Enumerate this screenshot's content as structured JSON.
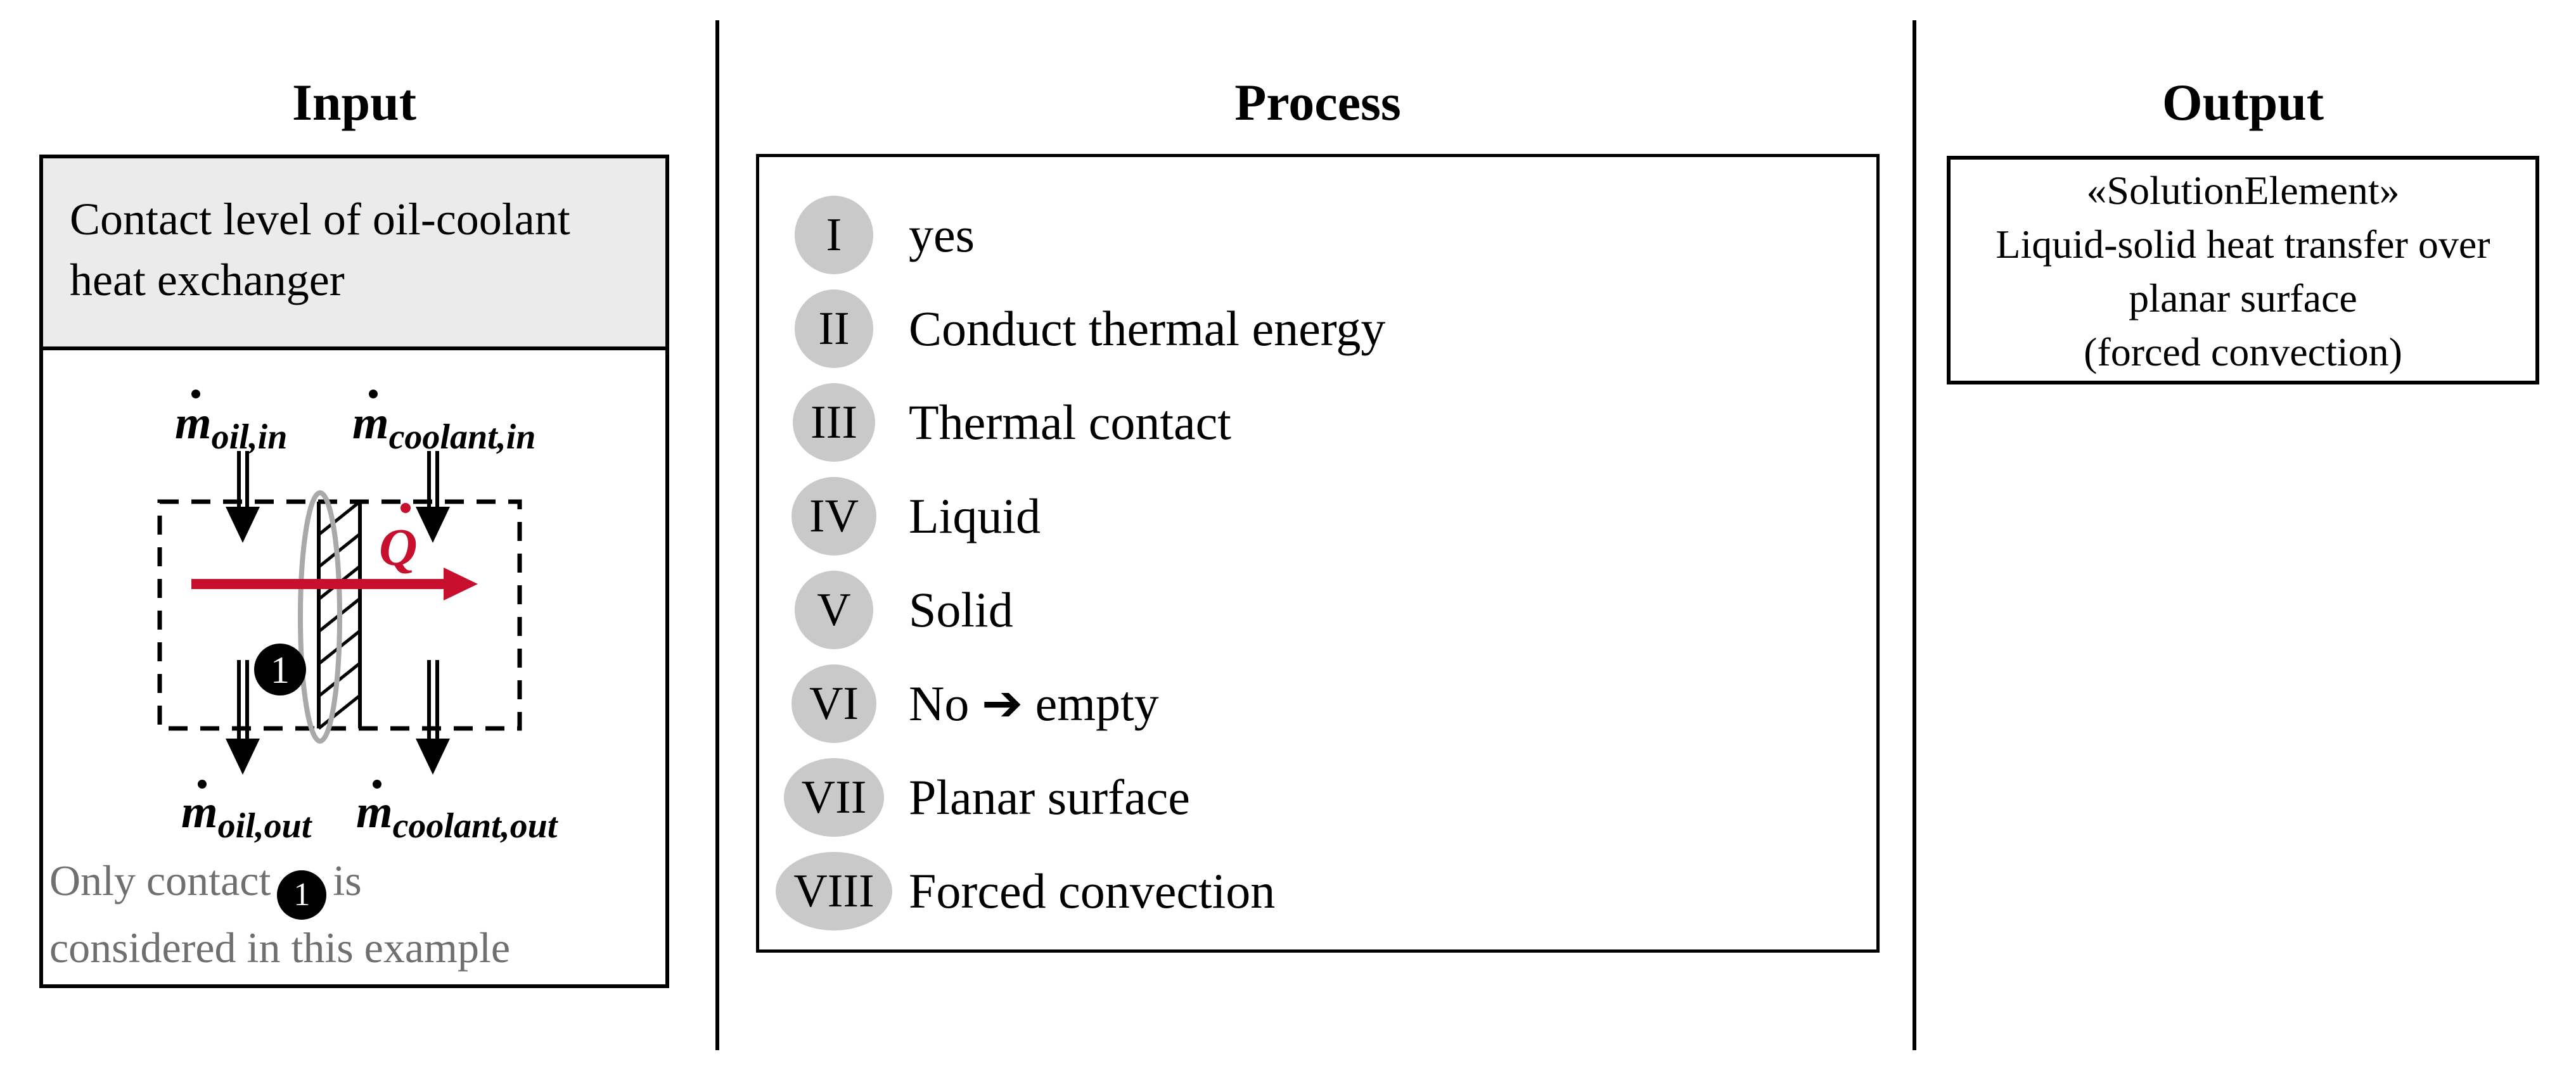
{
  "titles": {
    "input": "Input",
    "process": "Process",
    "output": "Output"
  },
  "input_box": {
    "header_text": "Contact level of oil-coolant heat exchanger",
    "diagram": {
      "oil_in": {
        "base": "m",
        "sub": "oil,in"
      },
      "coolant_in": {
        "base": "m",
        "sub": "coolant,in"
      },
      "oil_out": {
        "base": "m",
        "sub": "oil,out"
      },
      "coolant_out": {
        "base": "m",
        "sub": "coolant,out"
      },
      "heat_flow": {
        "base": "Q"
      },
      "contact_marker": "1"
    },
    "note": {
      "line1_before": "Only contact",
      "marker": "1",
      "line1_after": "is",
      "line2": "considered in this example"
    }
  },
  "process_box": {
    "items": [
      {
        "num": "I",
        "label": "yes"
      },
      {
        "num": "II",
        "label": "Conduct thermal energy"
      },
      {
        "num": "III",
        "label": "Thermal contact"
      },
      {
        "num": "IV",
        "label": "Liquid"
      },
      {
        "num": "V",
        "label": "Solid"
      },
      {
        "num": "VI",
        "label": "No ➔ empty"
      },
      {
        "num": "VII",
        "label": "Planar surface"
      },
      {
        "num": "VIII",
        "label": "Forced convection"
      }
    ]
  },
  "output_box": {
    "lines": [
      "«SolutionElement»",
      "Liquid-solid heat transfer over",
      "planar surface",
      "(forced convection)"
    ]
  },
  "colors": {
    "accent_red": "#c8102e",
    "badge_gray": "#c9c9c9",
    "header_gray": "#ebebeb",
    "note_gray": "#6f6f6f",
    "wall_ellipse_gray": "#a9a9a9"
  }
}
